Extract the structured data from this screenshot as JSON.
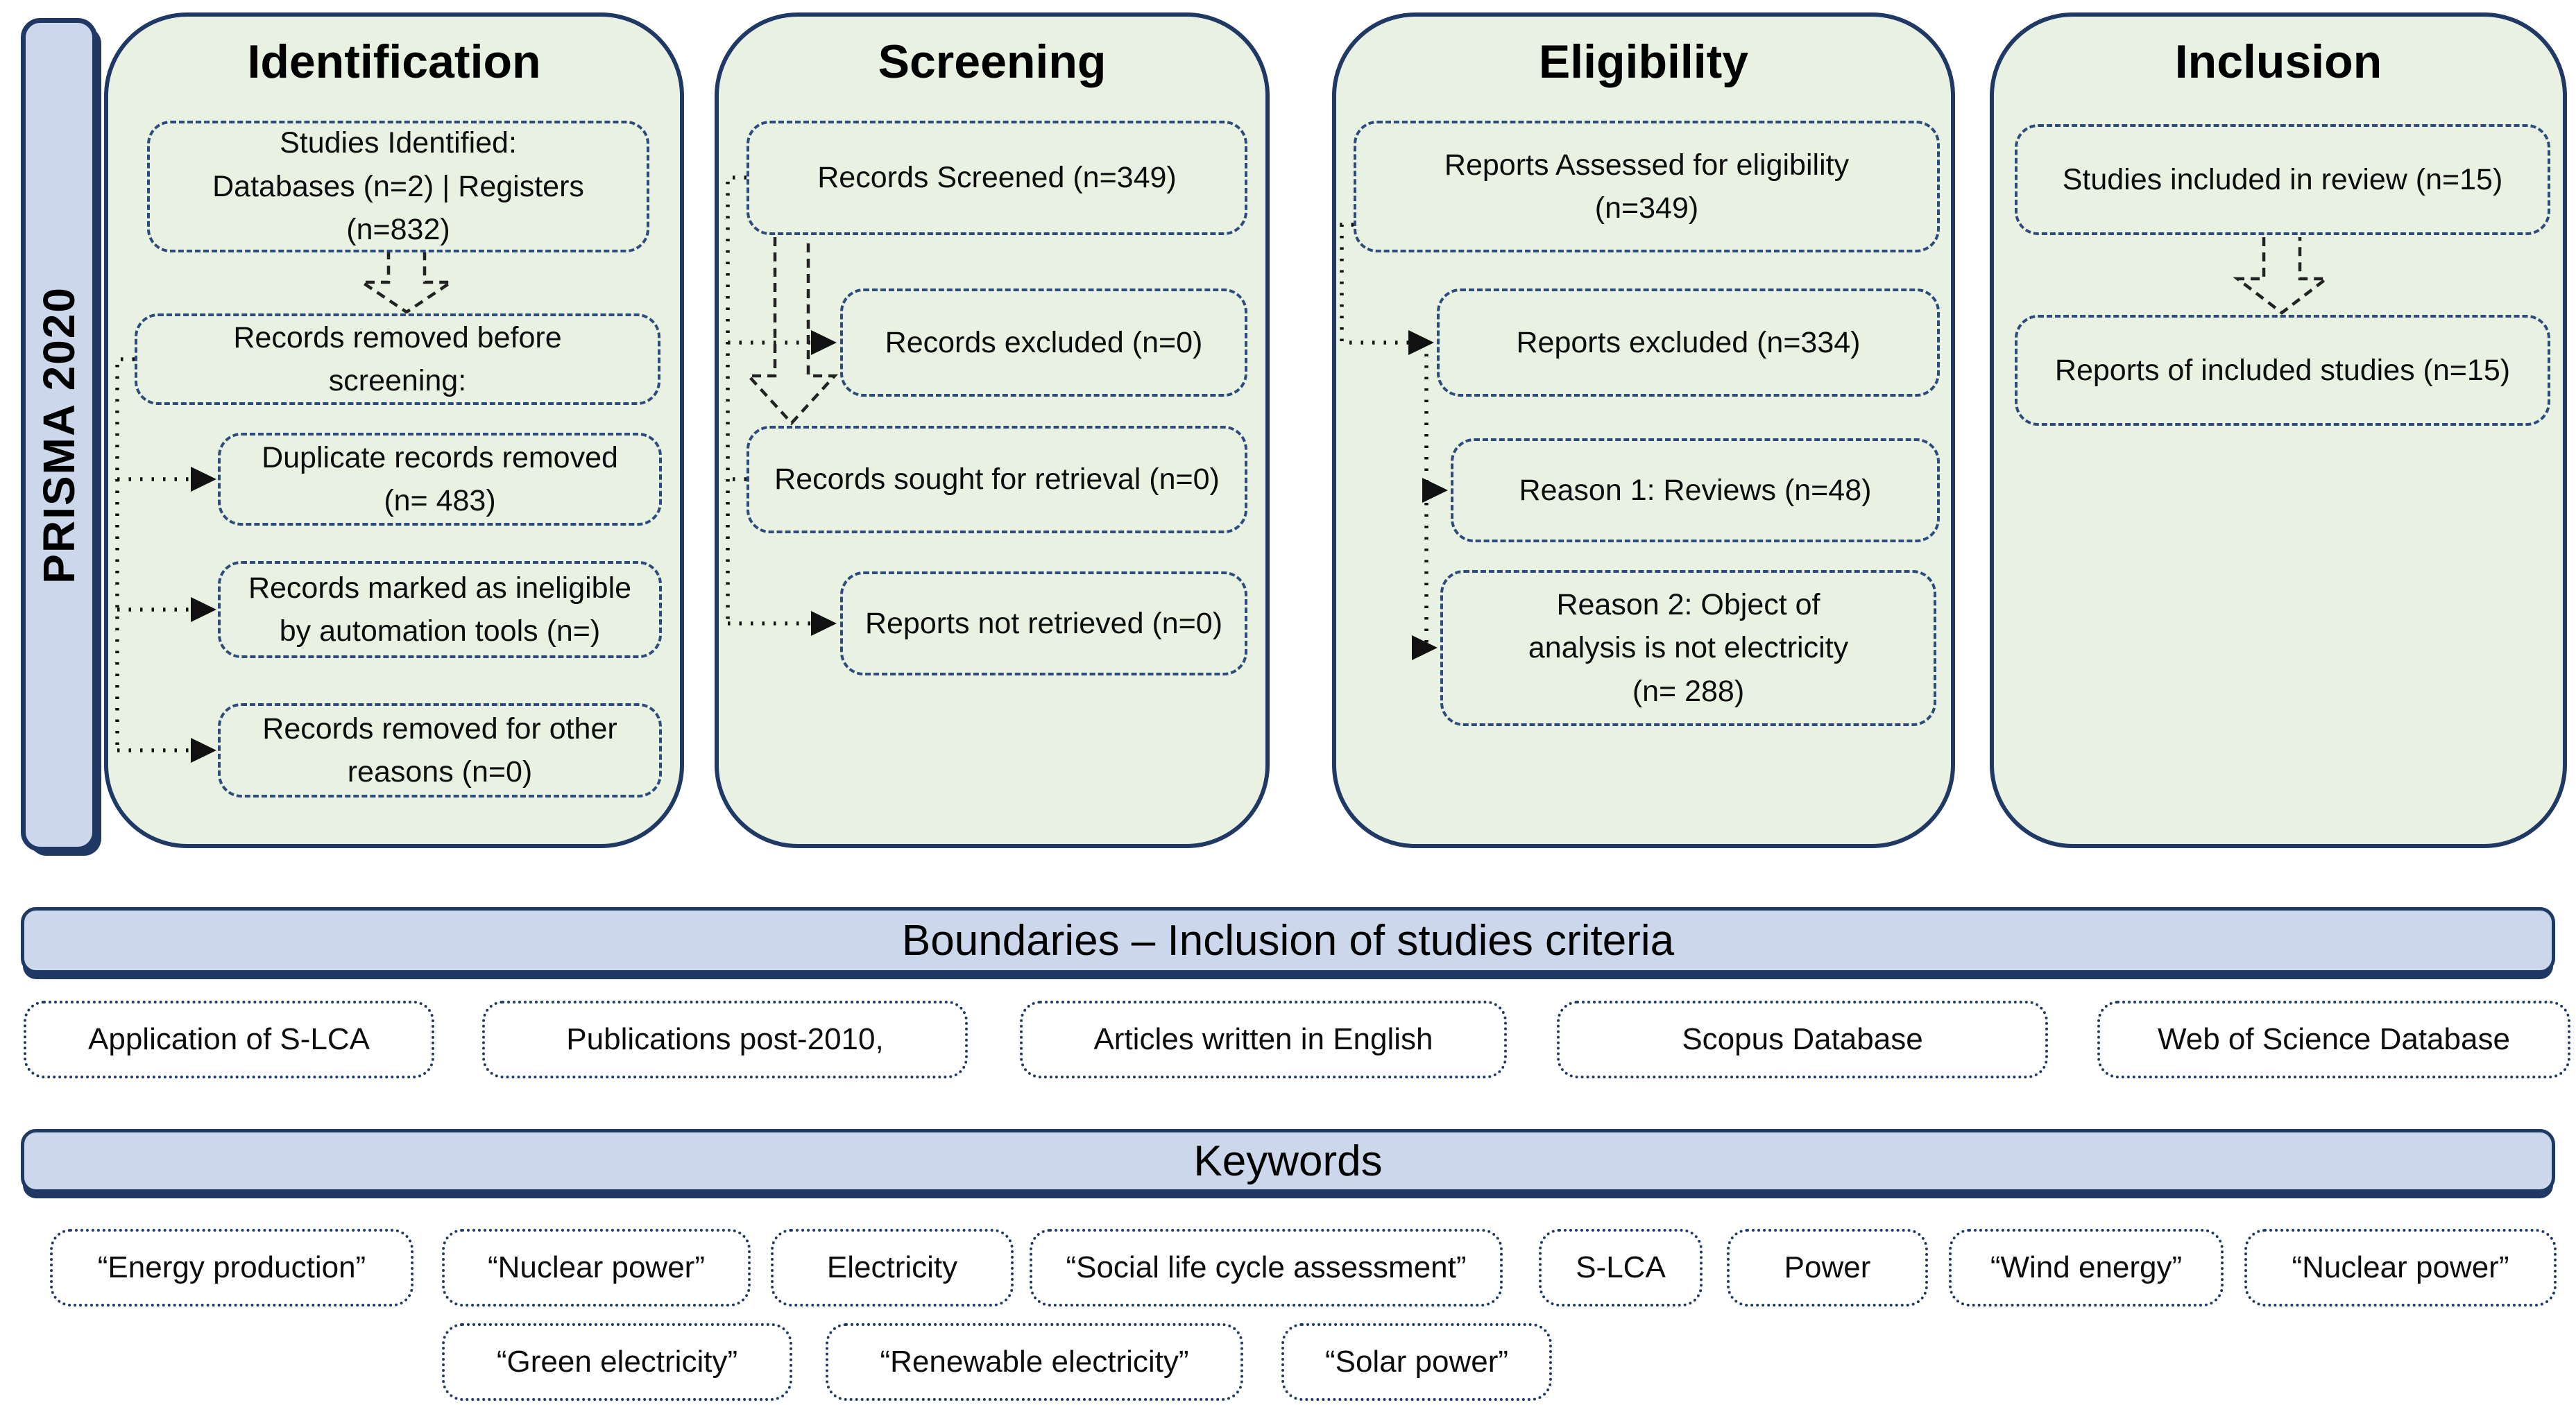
{
  "sidebar": {
    "label": "PRISMA 2020"
  },
  "columns": [
    {
      "title": "Identification",
      "boxes": {
        "identified": "Studies Identified:\nDatabases (n=2) | Registers\n(n=832)",
        "removed_before": "Records removed before\nscreening:",
        "duplicates": "Duplicate records removed\n(n= 483)",
        "ineligible": "Records marked as ineligible\nby automation tools (n=)",
        "other": "Records removed for other\nreasons (n=0)"
      }
    },
    {
      "title": "Screening",
      "boxes": {
        "screened": "Records Screened (n=349)",
        "excluded": "Records excluded (n=0)",
        "sought": "Records sought for retrieval (n=0)",
        "not_retrieved": "Reports not retrieved (n=0)"
      }
    },
    {
      "title": "Eligibility",
      "boxes": {
        "assessed": "Reports Assessed for eligibility\n(n=349)",
        "excluded": "Reports excluded (n=334)",
        "reason1": "Reason 1: Reviews (n=48)",
        "reason2": "Reason 2: Object of\nanalysis is not electricity\n(n= 288)"
      }
    },
    {
      "title": "Inclusion",
      "boxes": {
        "included": "Studies included in review (n=15)",
        "reports": "Reports of included studies (n=15)"
      }
    }
  ],
  "boundaries": {
    "title": "Boundaries – Inclusion of studies criteria",
    "items": [
      "Application of S-LCA",
      "Publications post-2010,",
      "Articles written in English",
      "Scopus Database",
      "Web of Science Database"
    ]
  },
  "keywords": {
    "title": "Keywords",
    "row1": [
      "“Energy production”",
      "“Nuclear power”",
      "Electricity",
      "“Social life cycle assessment”",
      "S-LCA",
      "Power",
      "“Wind energy”",
      "“Nuclear power”"
    ],
    "row2": [
      "“Green electricity”",
      "“Renewable electricity”",
      "“Solar power”"
    ]
  },
  "colors": {
    "column_fill": "#e9f1e3",
    "panel_fill": "#ccd7ec",
    "border_navy": "#203864",
    "dash_blue": "#2d4b7c"
  }
}
